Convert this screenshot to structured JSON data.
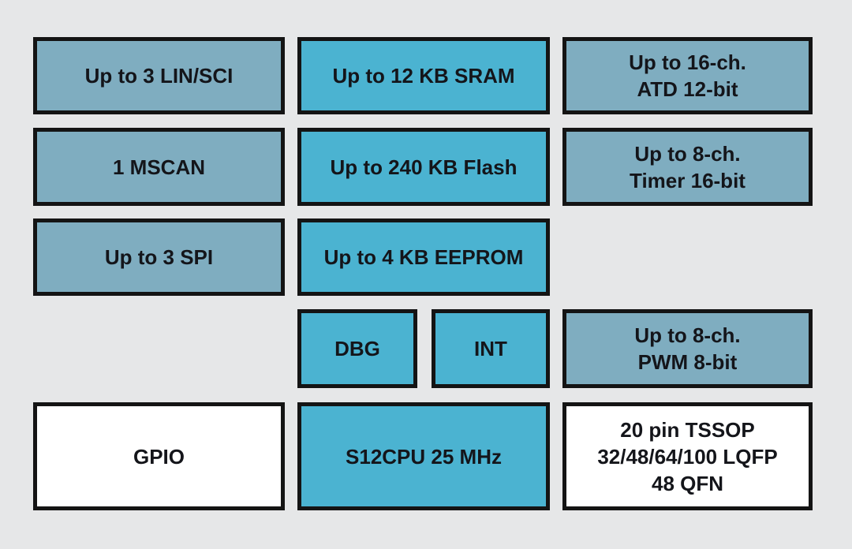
{
  "colors": {
    "background": "#e6e7e8",
    "block_border": "#141414",
    "steel": "#7fadc0",
    "teal": "#4bb3d1",
    "white": "#ffffff",
    "text": "#14151a"
  },
  "diagram": {
    "type": "mcu-block-diagram",
    "blocks": [
      {
        "id": "lin-sci",
        "label": "Up to 3 LIN/SCI",
        "fill": "steel"
      },
      {
        "id": "sram",
        "label": "Up to 12 KB SRAM",
        "fill": "teal"
      },
      {
        "id": "atd",
        "label": "Up to 16-ch.\nATD 12-bit",
        "fill": "steel"
      },
      {
        "id": "mscan",
        "label": "1 MSCAN",
        "fill": "steel"
      },
      {
        "id": "flash",
        "label": "Up to 240 KB Flash",
        "fill": "teal"
      },
      {
        "id": "timer",
        "label": "Up to 8-ch.\nTimer 16-bit",
        "fill": "steel"
      },
      {
        "id": "spi",
        "label": "Up to 3 SPI",
        "fill": "steel"
      },
      {
        "id": "eeprom",
        "label": "Up to 4 KB EEPROM",
        "fill": "teal"
      },
      {
        "id": "dbg",
        "label": "DBG",
        "fill": "teal"
      },
      {
        "id": "int",
        "label": "INT",
        "fill": "teal"
      },
      {
        "id": "pwm",
        "label": "Up to 8-ch.\nPWM 8-bit",
        "fill": "steel"
      },
      {
        "id": "gpio",
        "label": "GPIO",
        "fill": "white"
      },
      {
        "id": "cpu",
        "label": "S12CPU 25 MHz",
        "fill": "teal"
      },
      {
        "id": "package",
        "label": "20 pin TSSOP\n32/48/64/100 LQFP\n48 QFN",
        "fill": "white"
      }
    ]
  }
}
